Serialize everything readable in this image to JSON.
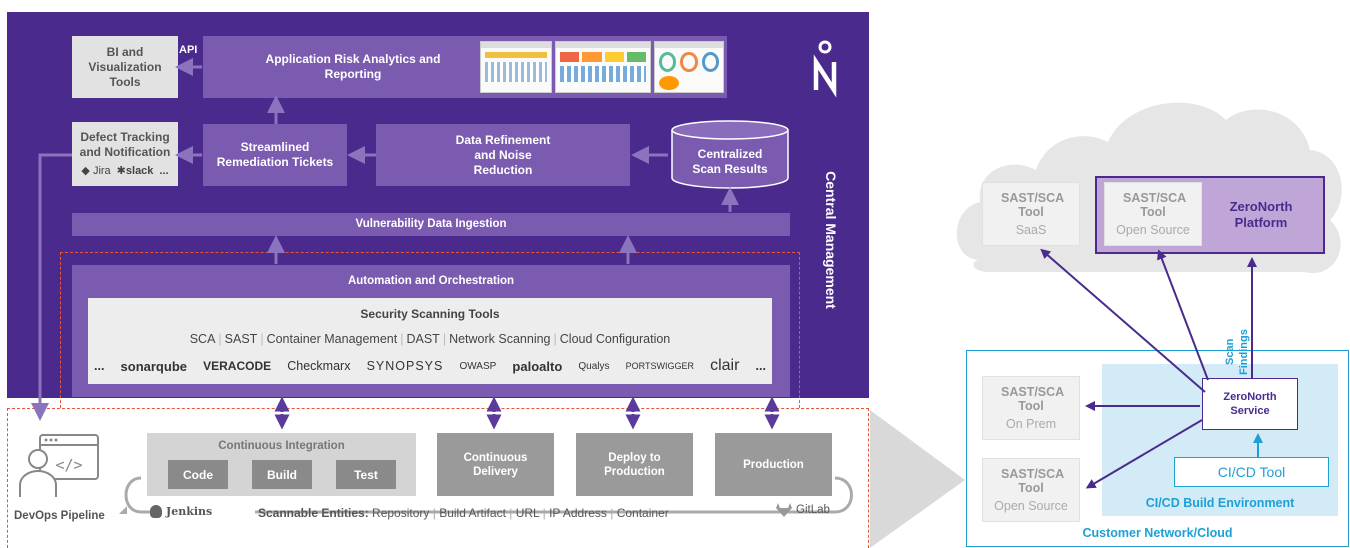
{
  "central": {
    "title": "Central Management",
    "logo": "ZeroNorth",
    "bi_tools": "BI and Visualization Tools",
    "api": "API",
    "risk_analytics": "Application Risk Analytics and Reporting",
    "defect_tracking": "Defect Tracking and Notification",
    "jira": "Jira",
    "slack": "slack",
    "ellipsis": "...",
    "remediation": "Streamlined Remediation Tickets",
    "refinement": "Data Refinement and Noise Reduction",
    "scan_results": "Centralized Scan Results",
    "ingestion": "Vulnerability Data Ingestion",
    "automation": "Automation and Orchestration",
    "scanning_title": "Security Scanning Tools",
    "scanning_categories": [
      "SCA",
      "SAST",
      "Container Management",
      "DAST",
      "Network Scanning",
      "Cloud Configuration"
    ],
    "vendors": [
      "...",
      "sonarqube",
      "VERACODE",
      "Checkmarx",
      "SYNOPSYS",
      "OWASP",
      "paloalto",
      "Qualys",
      "PORTSWIGGER",
      "clair",
      "..."
    ]
  },
  "pipeline": {
    "label": "DevOps Pipeline",
    "ci": "Continuous Integration",
    "code": "Code",
    "build": "Build",
    "test": "Test",
    "cd": "Continuous Delivery",
    "deploy": "Deploy to Production",
    "production": "Production",
    "jenkins": "Jenkins",
    "gitlab": "GitLab",
    "scannable_label": "Scannable Entities:",
    "scannable_items": [
      "Repository",
      "Build Artifact",
      "URL",
      "IP Address",
      "Container"
    ]
  },
  "customer": {
    "tool_saas_name": "SAST/SCA Tool",
    "tool_saas_sub": "SaaS",
    "tool_os_cloud_name": "SAST/SCA Tool",
    "tool_os_cloud_sub": "Open Source",
    "platform": "ZeroNorth Platform",
    "scan_label": "Scan",
    "findings_label": "Findings",
    "tool_onprem_name": "SAST/SCA Tool",
    "tool_onprem_sub": "On Prem",
    "tool_os_local_name": "SAST/SCA Tool",
    "tool_os_local_sub": "Open Source",
    "service": "ZeroNorth Service",
    "cicd_tool": "CI/CD Tool",
    "cicd_env": "CI/CD Build Environment",
    "network": "Customer Network/Cloud"
  },
  "colors": {
    "purple_dark": "#4a2a8c",
    "purple_mid": "#7b5bb0",
    "orange_dash": "#e8563a",
    "blue": "#1ea0d6"
  }
}
